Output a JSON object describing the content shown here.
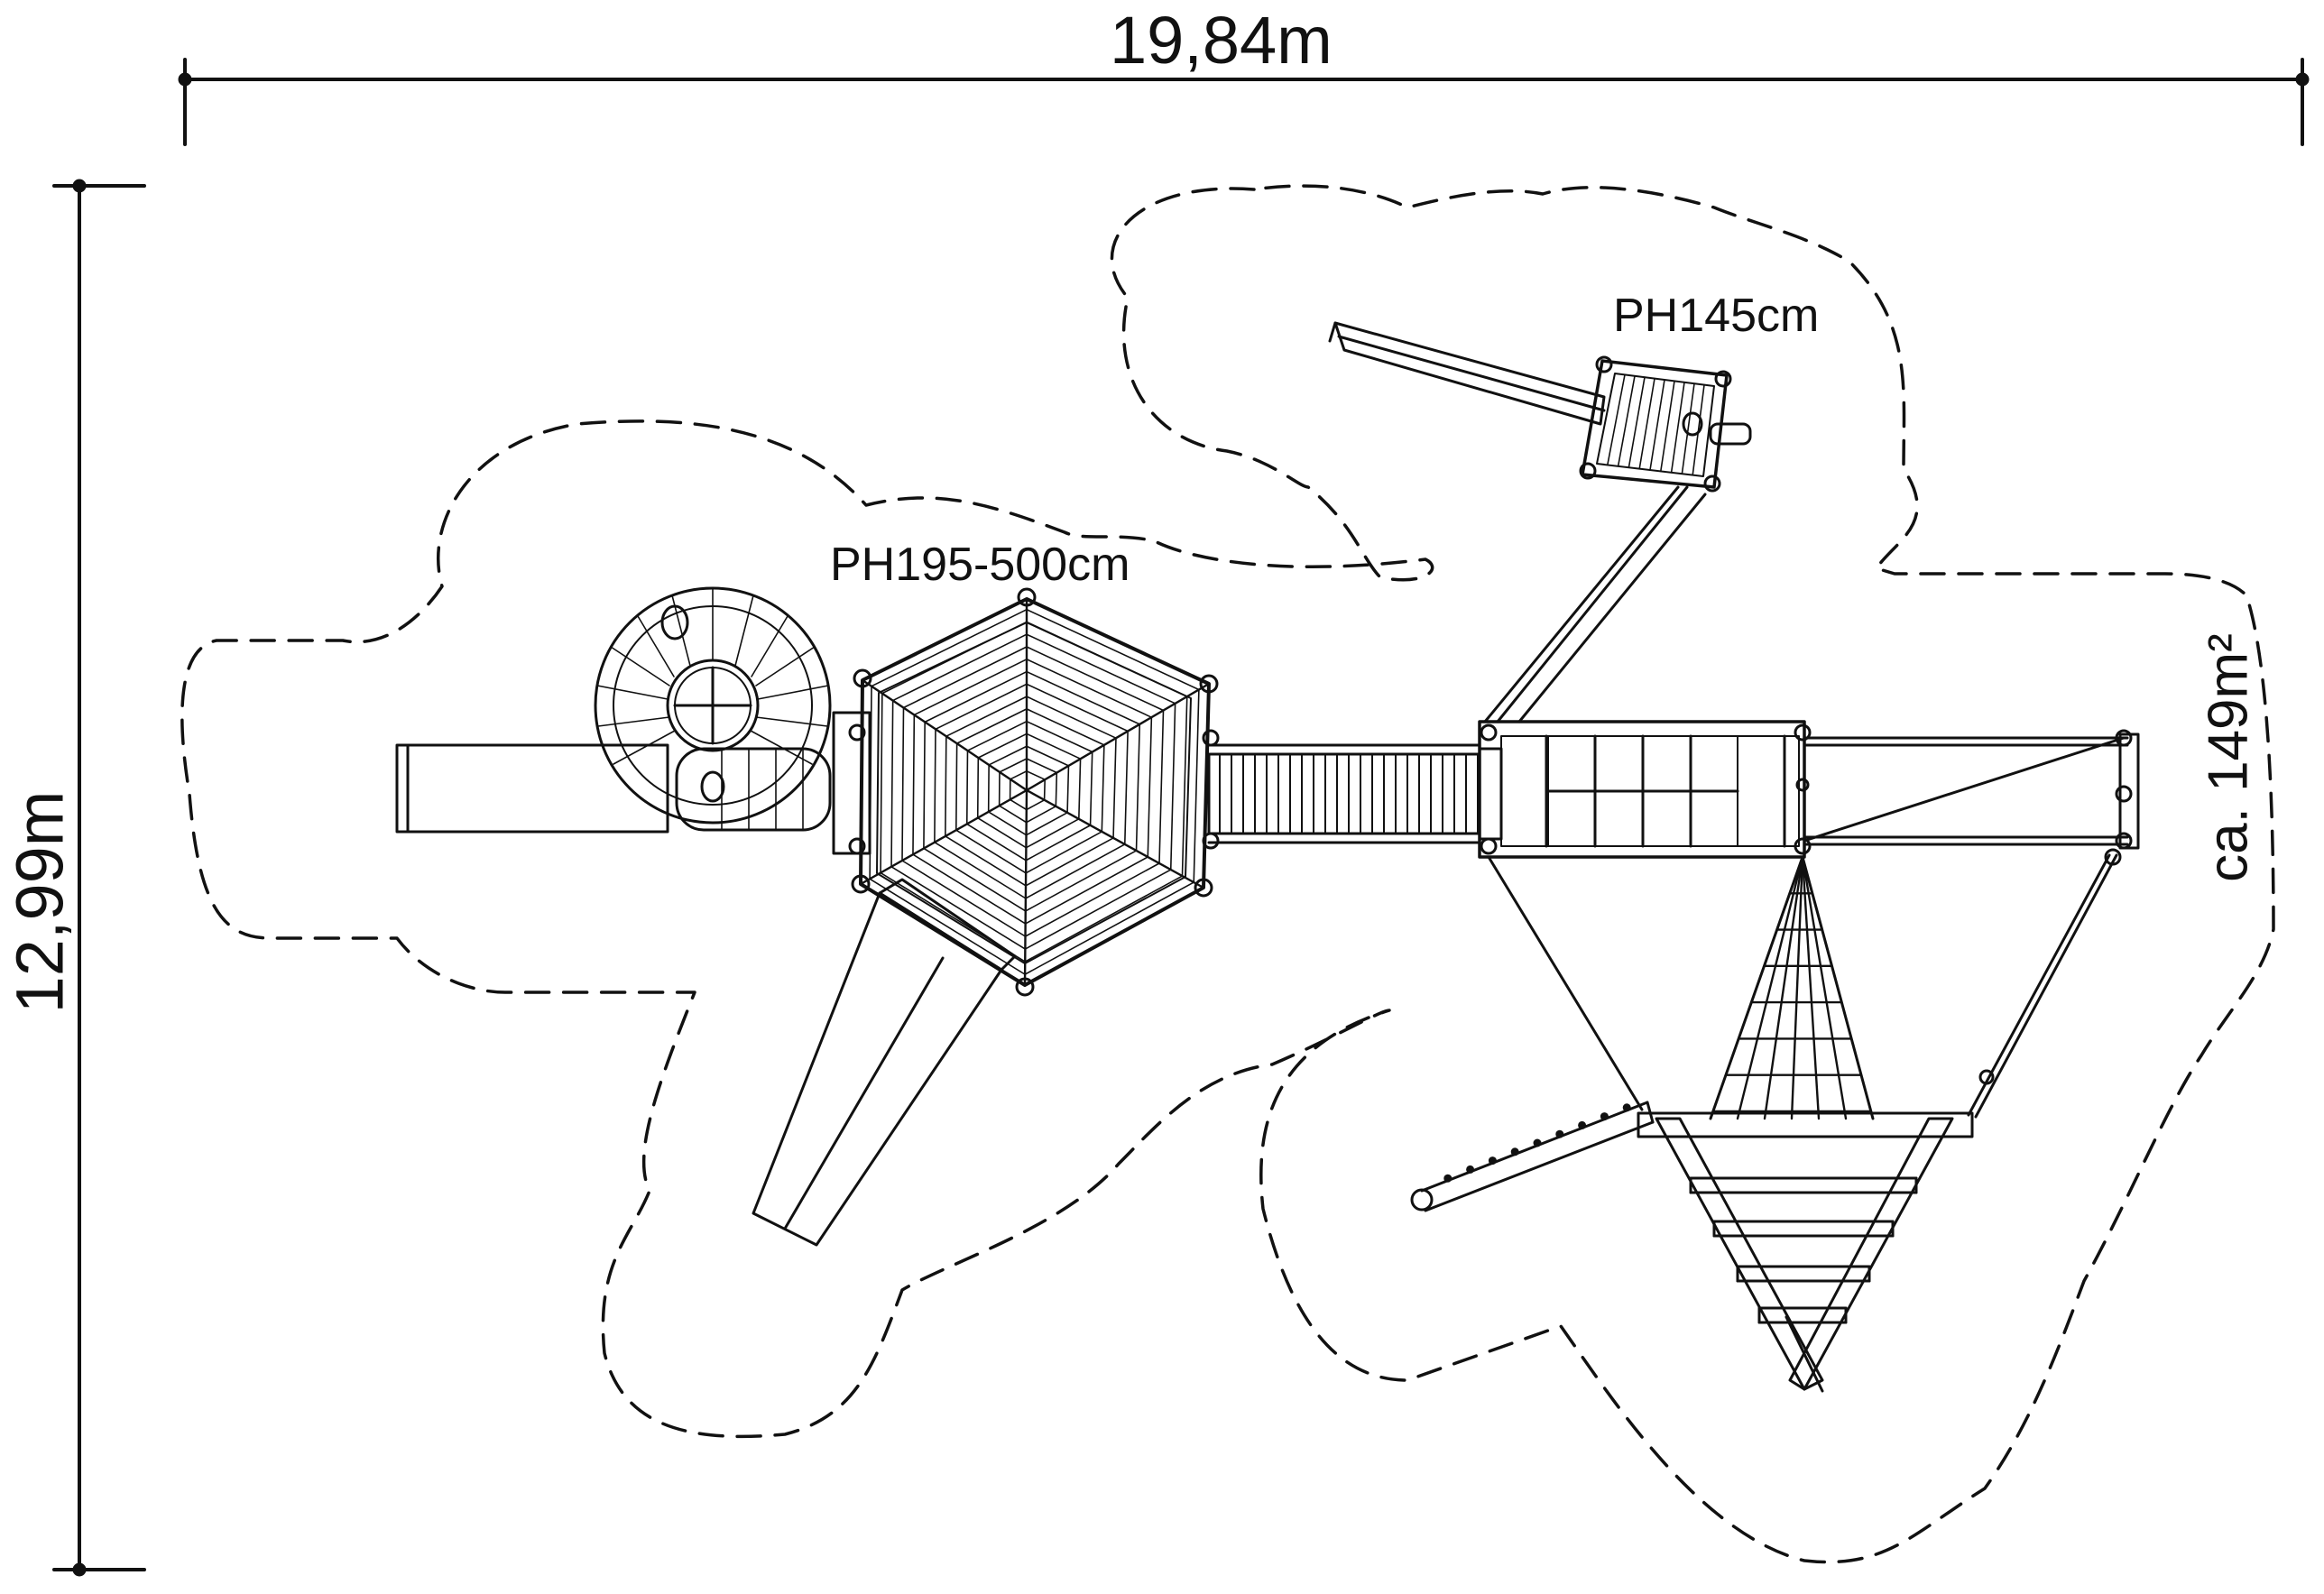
{
  "dimensions": {
    "width_label": "19,84m",
    "height_label": "12,99m",
    "area_label": "ca. 149m²"
  },
  "platforms": {
    "main_tower_height": "PH195-500cm",
    "small_tower_height": "PH145cm"
  },
  "colors": {
    "line": "#111111",
    "background": "#ffffff"
  }
}
